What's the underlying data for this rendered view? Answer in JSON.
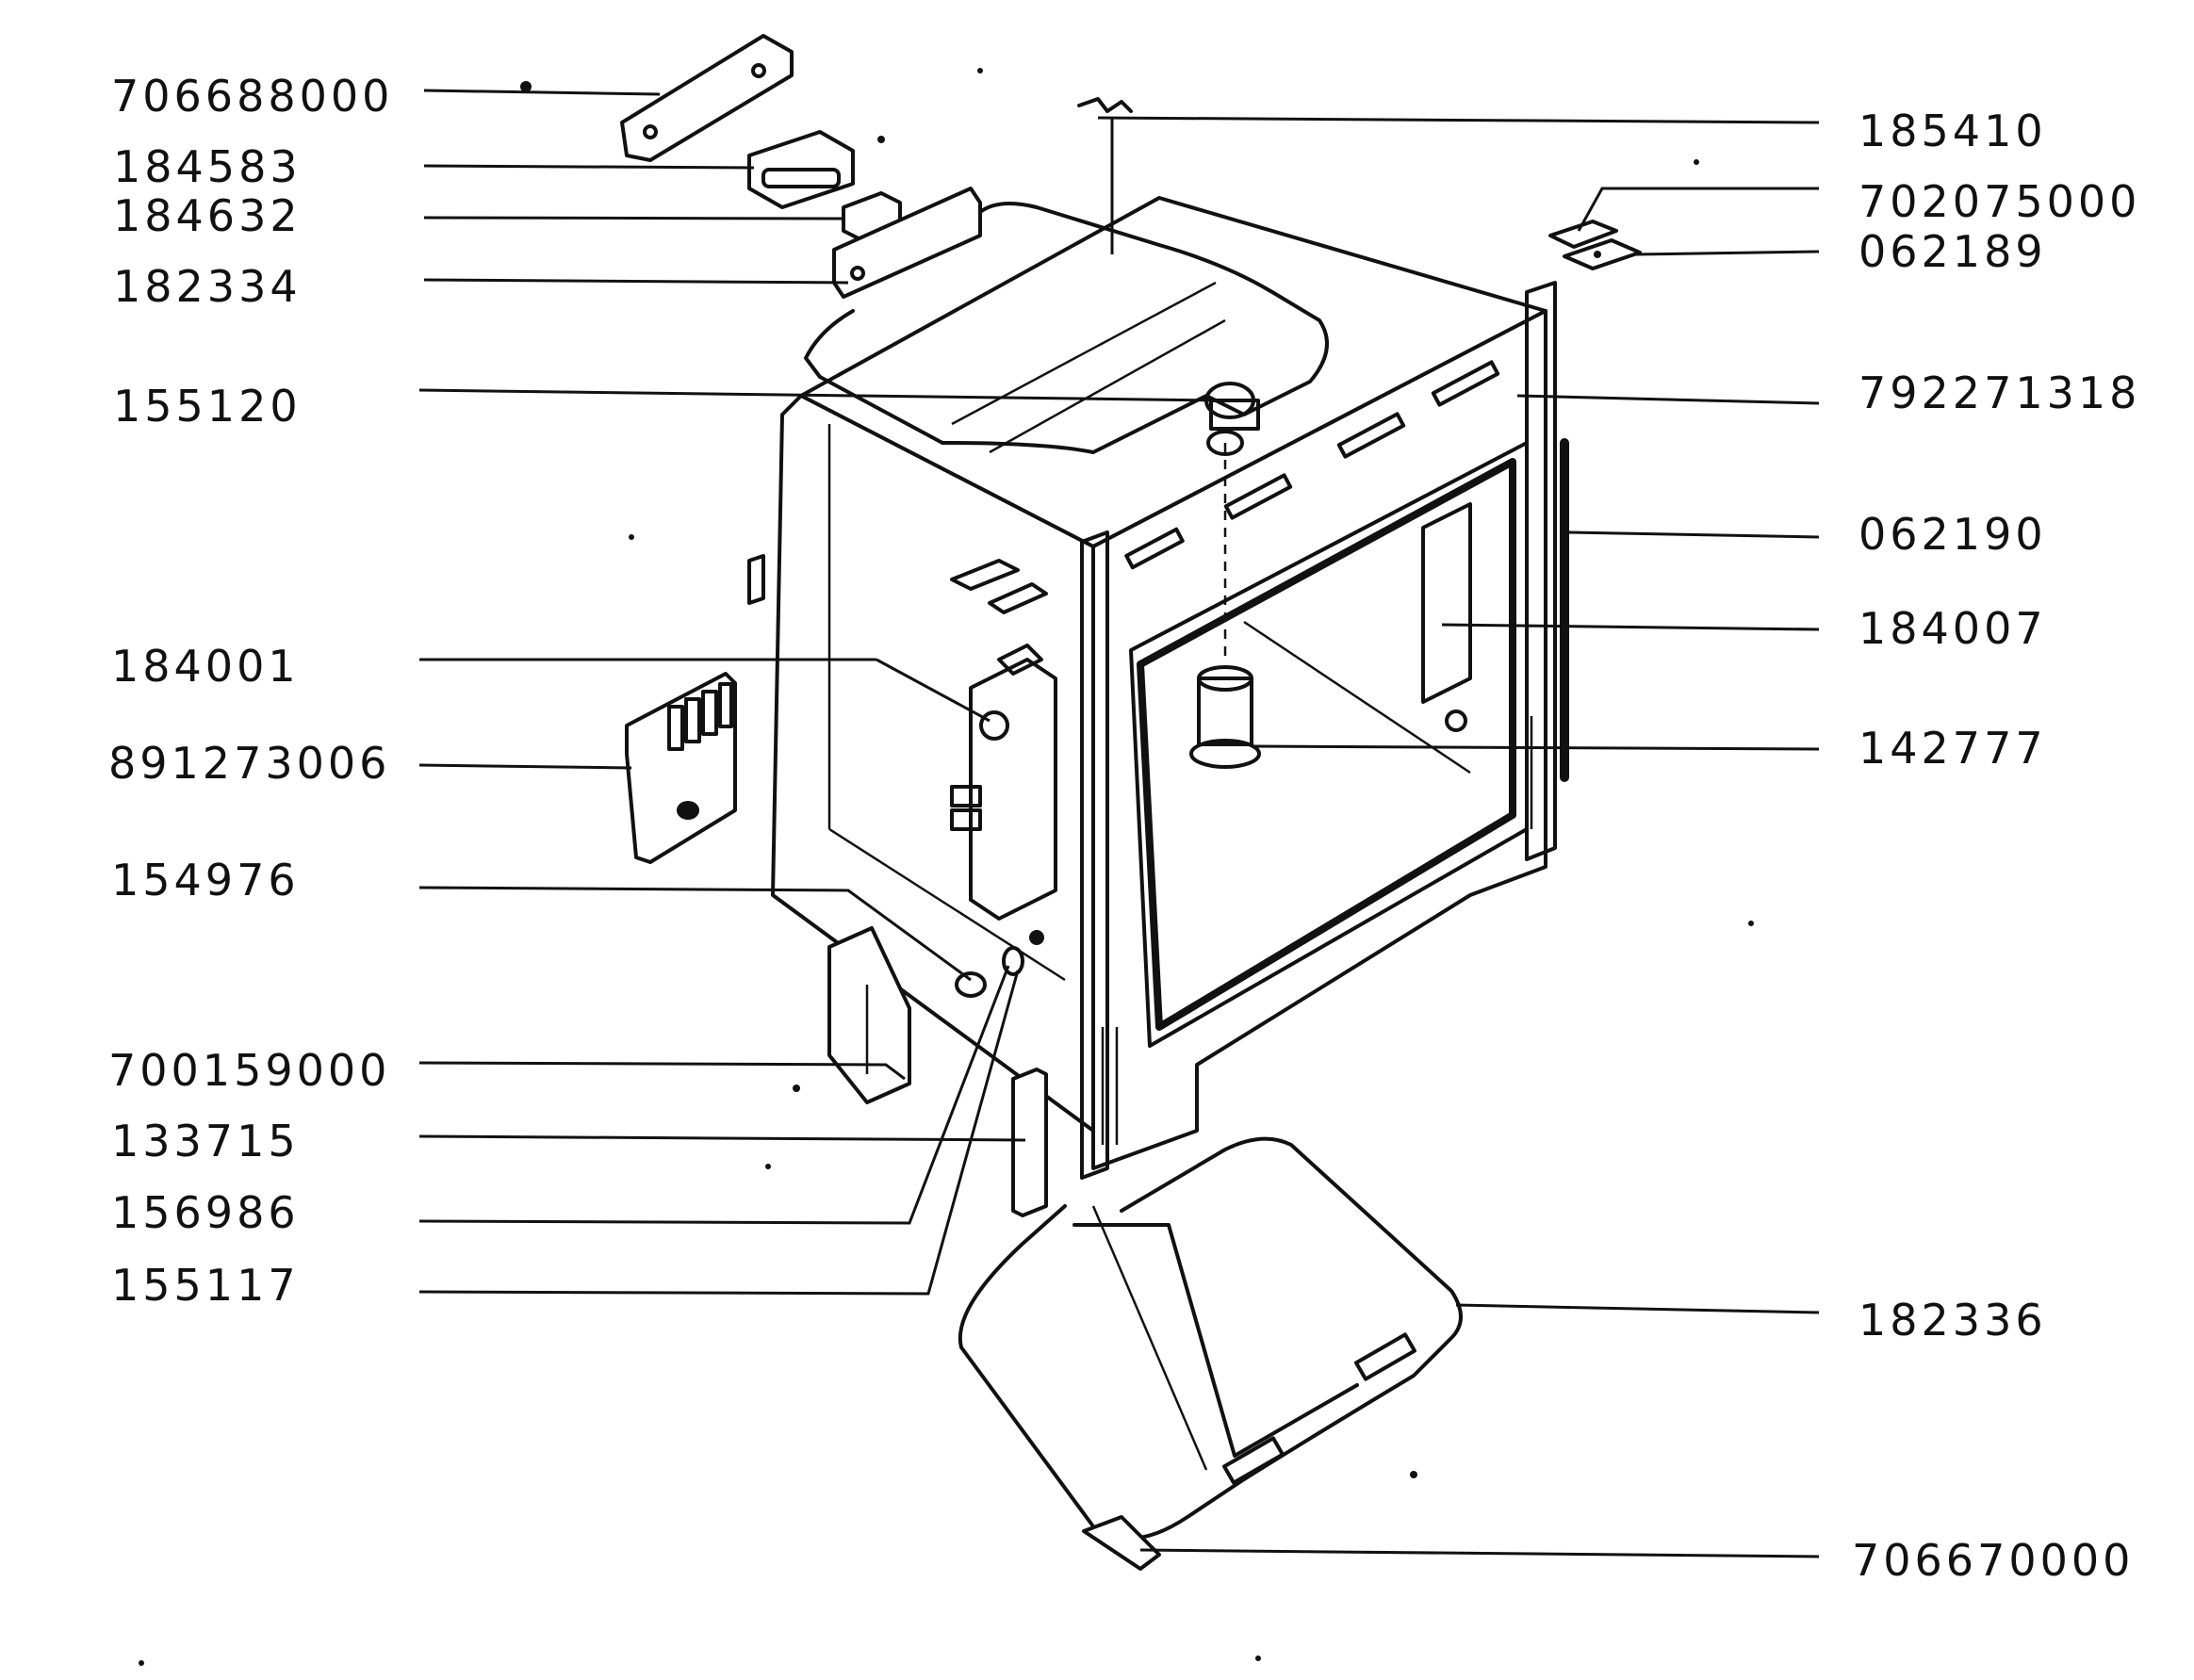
{
  "parts": {
    "p706688000": "706688000",
    "p184583": "184583",
    "p184632": "184632",
    "p182334": "182334",
    "p155120": "155120",
    "p184001": "184001",
    "p891273006": "891273006",
    "p154976": "154976",
    "p700159000": "700159000",
    "p133715": "133715",
    "p156986": "156986",
    "p155117": "155117",
    "p185410": "185410",
    "p702075000": "702075000",
    "p062189": "062189",
    "p792271318": "792271318",
    "p062190": "062190",
    "p184007": "184007",
    "p142777": "142777",
    "p182336": "182336",
    "p706670000": "706670000"
  }
}
